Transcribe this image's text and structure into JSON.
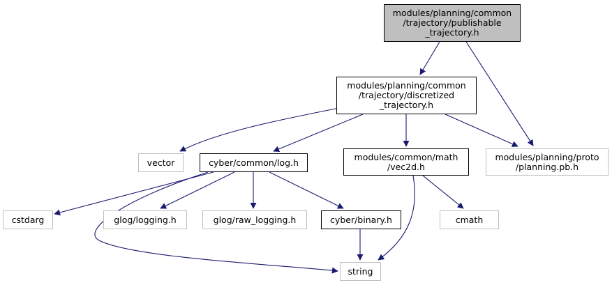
{
  "graph": {
    "edge_color": "#191970",
    "nodes": [
      {
        "id": "n0",
        "kind": "focus",
        "label": "modules/planning/common\n/trajectory/publishable\n_trajectory.h"
      },
      {
        "id": "n1",
        "kind": "local",
        "label": "modules/planning/common\n/trajectory/discretized\n_trajectory.h"
      },
      {
        "id": "n2",
        "kind": "system",
        "label": "modules/planning/proto\n/planning.pb.h"
      },
      {
        "id": "n3",
        "kind": "system",
        "label": "vector"
      },
      {
        "id": "n4",
        "kind": "local",
        "label": "cyber/common/log.h"
      },
      {
        "id": "n5",
        "kind": "local",
        "label": "modules/common/math\n/vec2d.h"
      },
      {
        "id": "n6",
        "kind": "system",
        "label": "cstdarg"
      },
      {
        "id": "n7",
        "kind": "system",
        "label": "glog/logging.h"
      },
      {
        "id": "n8",
        "kind": "system",
        "label": "glog/raw_logging.h"
      },
      {
        "id": "n9",
        "kind": "local",
        "label": "cyber/binary.h"
      },
      {
        "id": "n10",
        "kind": "system",
        "label": "string"
      },
      {
        "id": "n11",
        "kind": "system",
        "label": "cmath"
      }
    ],
    "edges": [
      {
        "from": "n0",
        "to": "n1"
      },
      {
        "from": "n0",
        "to": "n2"
      },
      {
        "from": "n1",
        "to": "n3"
      },
      {
        "from": "n1",
        "to": "n4"
      },
      {
        "from": "n1",
        "to": "n5"
      },
      {
        "from": "n1",
        "to": "n2"
      },
      {
        "from": "n4",
        "to": "n6"
      },
      {
        "from": "n4",
        "to": "n7"
      },
      {
        "from": "n4",
        "to": "n8"
      },
      {
        "from": "n4",
        "to": "n9"
      },
      {
        "from": "n4",
        "to": "n10"
      },
      {
        "from": "n9",
        "to": "n10"
      },
      {
        "from": "n5",
        "to": "n10"
      },
      {
        "from": "n5",
        "to": "n11"
      }
    ]
  }
}
